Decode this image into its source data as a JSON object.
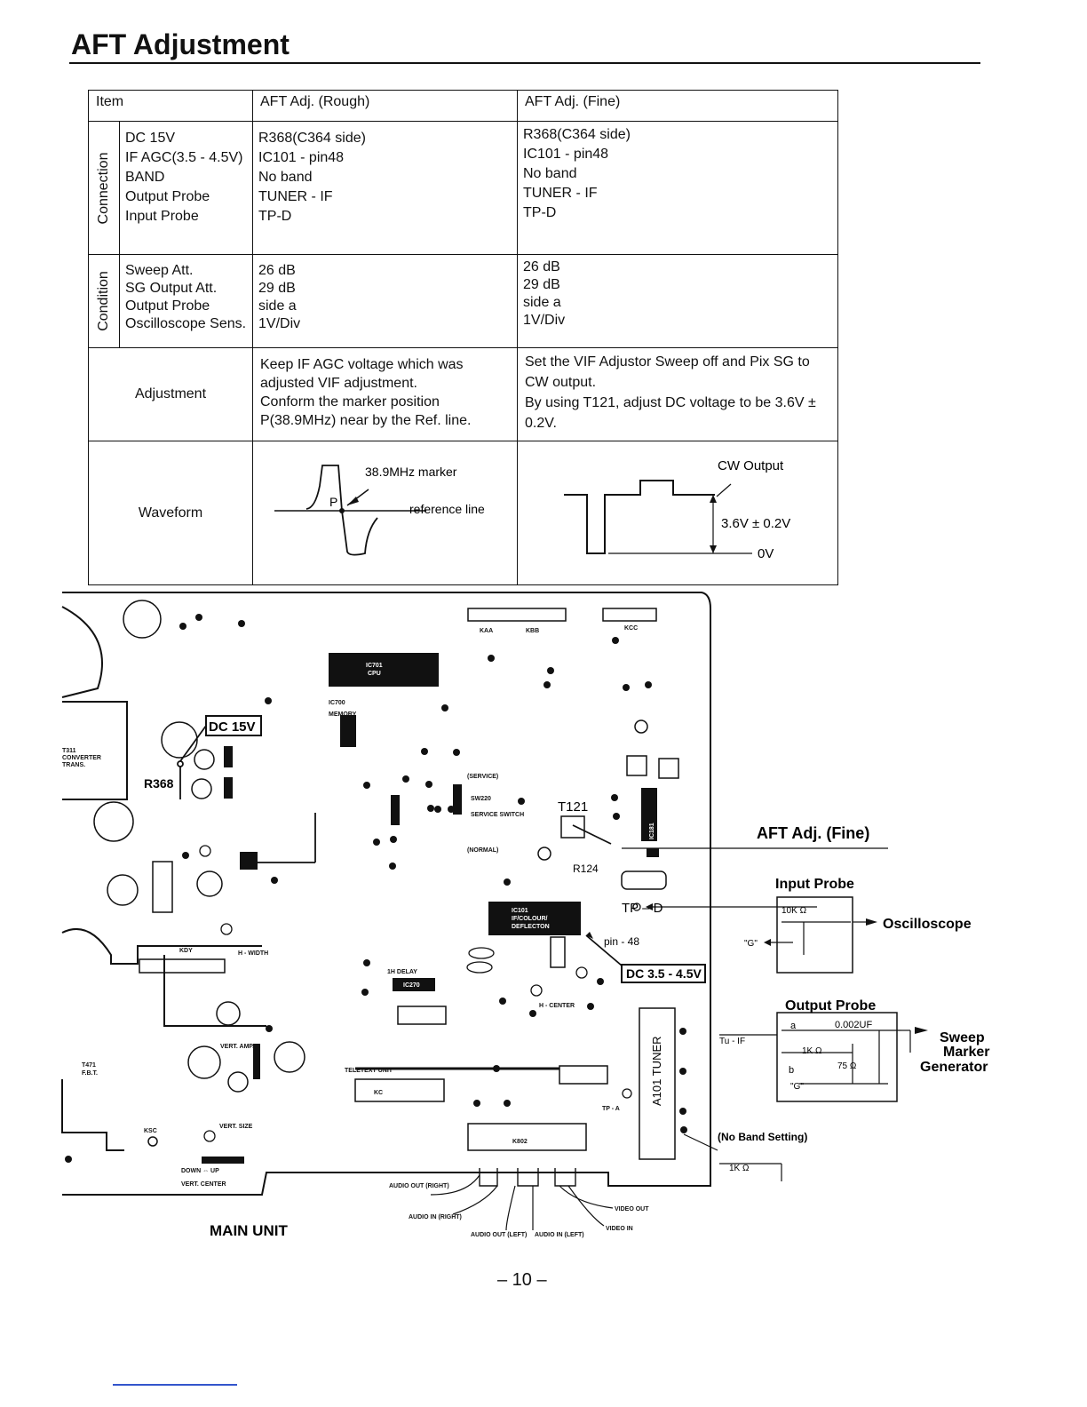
{
  "page": {
    "title": "AFT Adjustment",
    "page_number": "– 10 –"
  },
  "table": {
    "headers": [
      "Item",
      "AFT Adj. (Rough)",
      "AFT Adj. (Fine)"
    ],
    "connection": {
      "label": "Connection",
      "items": [
        "DC 15V",
        "IF AGC(3.5 - 4.5V)",
        "BAND",
        "Output Probe",
        "Input Probe"
      ],
      "rough": [
        "R368(C364 side)",
        "IC101 - pin48",
        "No band",
        "TUNER - IF",
        "TP-D"
      ],
      "fine": [
        "R368(C364 side)",
        "IC101 - pin48",
        "No band",
        "TUNER - IF",
        "TP-D"
      ]
    },
    "condition": {
      "label": "Condition",
      "items": [
        "Sweep Att.",
        "SG Output Att.",
        "Output Probe",
        "Oscilloscope Sens."
      ],
      "rough": [
        "26 dB",
        "29 dB",
        "side a",
        "1V/Div"
      ],
      "fine": [
        "26 dB",
        "29 dB",
        "side a",
        "1V/Div"
      ]
    },
    "adjustment": {
      "label": "Adjustment",
      "rough": [
        "Keep IF AGC voltage which was",
        "adjusted VIF adjustment.",
        "Conform the marker position",
        "P(38.9MHz) near by the Ref. line."
      ],
      "fine": [
        "Set the VIF Adjustor Sweep off and Pix SG to",
        "CW output.",
        "By using T121, adjust DC voltage to be 3.6V ±",
        "0.2V."
      ]
    },
    "waveform": {
      "label": "Waveform",
      "rough_marker": "38.9MHz marker",
      "rough_p": "P",
      "rough_ref": "reference line",
      "fine_cw": "CW Output",
      "fine_volt": "3.6V ± 0.2V",
      "fine_zero": "0V"
    }
  },
  "diagram": {
    "main_unit": "MAIN UNIT",
    "dc15v": "DC 15V",
    "r368": "R368",
    "t121": "T121",
    "r124": "R124",
    "tpd": "TP – D",
    "pin48": "pin - 48",
    "dc35": "DC 3.5 - 4.5V",
    "aft_fine": "AFT Adj. (Fine)",
    "input_probe": "Input Probe",
    "oscilloscope": "Oscilloscope",
    "output_probe": "Output Probe",
    "sweep": "Sweep",
    "marker": "Marker",
    "generator": "Generator",
    "no_band": "(No Band Setting)",
    "tu_if": "Tu - IF",
    "tuner": "A101 TUNER",
    "r10k": "10K Ω",
    "r1k": "1K Ω",
    "r75": "75 Ω",
    "c0002": "0.002UF",
    "g1": "\"G\"",
    "g2": "\"G\"",
    "pa": "a",
    "pb": "b",
    "ic701": "IC701",
    "cpu": "CPU",
    "ic101": "IC101",
    "ic101_sub": "IF/COLOUR/",
    "ic101_sub2": "DEFLECTON",
    "ic181": "IC181",
    "ic270": "IC270",
    "t311": "T311",
    "converter": "CONVERTER",
    "trans": "TRANS.",
    "t471": "T471",
    "fbt": "F.B.T.",
    "kaa": "KAA",
    "kbb": "KBB",
    "kcc": "KCC",
    "kdy": "KDY",
    "ksc": "KSC",
    "kc": "KC",
    "k802": "K802",
    "teletext": "TELETEXT UNIT",
    "delay": "1H DELAY",
    "vert_amp": "VERT. AMP.",
    "vert_size": "VERT. SIZE",
    "vert_center": "VERT. CENTER",
    "down_up": "DOWN ⇔ UP",
    "h_width": "H - WIDTH",
    "h_center": "H - CENTER",
    "service": "(SERVICE)",
    "sw220": "SW220",
    "service_sw": "SERVICE SWITCH",
    "normal": "(NORMAL)",
    "audio_out_r": "AUDIO OUT (RIGHT)",
    "audio_in_r": "AUDIO IN (RIGHT)",
    "audio_out_l": "AUDIO OUT (LEFT)",
    "audio_in_l": "AUDIO IN (LEFT)",
    "video_out": "VIDEO OUT",
    "video_in": "VIDEO IN",
    "memory": "MEMORY",
    "ic700": "IC700",
    "tpa": "TP - A"
  }
}
